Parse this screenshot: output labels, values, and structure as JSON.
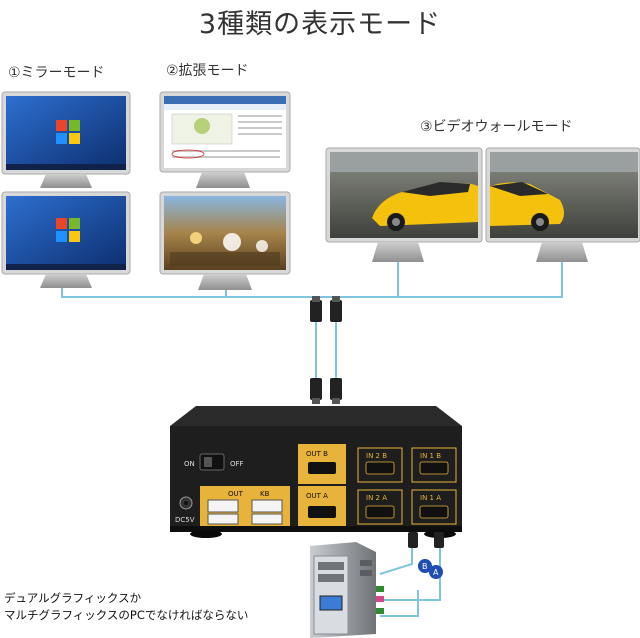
{
  "title": "3種類の表示モード",
  "modes": {
    "mirror": "①ミラーモード",
    "extend": "②拡張モード",
    "video_wall": "③ビデオウォールモード"
  },
  "kvm": {
    "switch_on": "ON",
    "switch_off": "OFF",
    "dc_label": "DC5V",
    "ports": {
      "out_b": "OUT B",
      "in2_b": "IN 2 B",
      "in1_b": "IN 1 B",
      "out_a": "OUT A",
      "in2_a": "IN 2 A",
      "in1_a": "IN 1 A",
      "usb_out": "OUT",
      "usb_kb": "KB"
    }
  },
  "connector_labels": {
    "b": "B",
    "a": "A"
  },
  "caption": {
    "line1": "デュアルグラフィックスか",
    "line2": "マルチグラフィックスのPCでなければならない"
  },
  "colors": {
    "cable": "#7ec6e0",
    "gold": "#e8b33a",
    "device": "#1e1e1e"
  }
}
